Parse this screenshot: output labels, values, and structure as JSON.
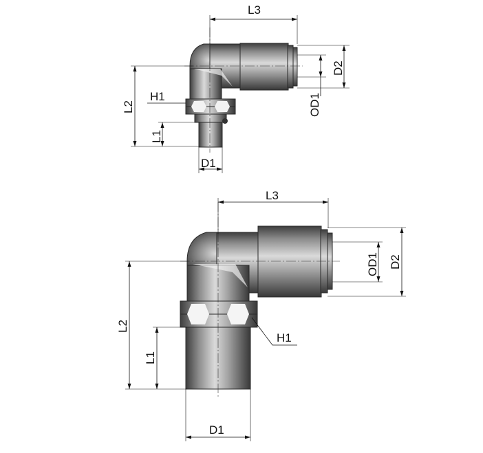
{
  "figure_top": {
    "labels": {
      "L3": "L3",
      "D2": "D2",
      "OD1": "OD1",
      "L2": "L2",
      "H1": "H1",
      "L1": "L1",
      "D1": "D1"
    }
  },
  "figure_bottom": {
    "labels": {
      "L3": "L3",
      "D2": "D2",
      "OD1": "OD1",
      "L2": "L2",
      "H1": "H1",
      "L1": "L1",
      "D1": "D1"
    }
  },
  "colors": {
    "metal_dark": "#3c3c3c",
    "metal_mid": "#8a8a8a",
    "metal_light": "#d2d2d2",
    "line": "#111111"
  }
}
